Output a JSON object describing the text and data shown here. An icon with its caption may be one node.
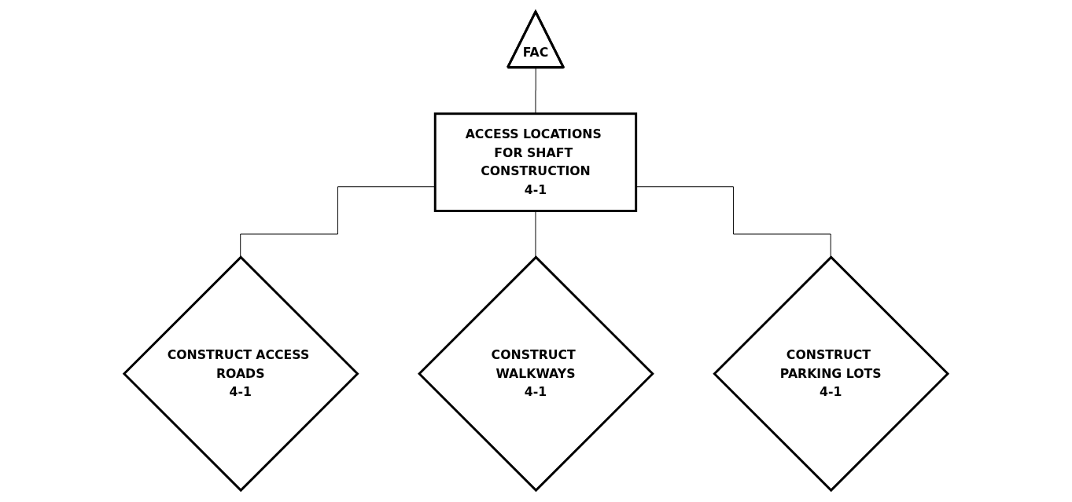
{
  "diagram": {
    "nodes": [
      {
        "text": [
          "FAC"
        ]
      },
      {
        "text": [
          "ACCESS LOCATIONS FOR SHAFT CONSTRUCTION",
          "4-1"
        ]
      },
      {
        "text": [
          "CONSTRUCT ACCESS ROADS",
          "4-1"
        ]
      },
      {
        "text": [
          "CONSTRUCT WALKWAYS",
          "4-1"
        ]
      },
      {
        "text": [
          "CONSTRUCT PARKING LOTS",
          "4-1"
        ]
      }
    ],
    "edges": [
      {
        "from": 0,
        "to": 1,
        "arrow": "none"
      },
      {
        "from": 1,
        "to": 2,
        "arrow": "none"
      },
      {
        "from": 1,
        "to": 3,
        "arrow": "none"
      },
      {
        "from": 1,
        "to": 4,
        "arrow": "none"
      }
    ]
  }
}
